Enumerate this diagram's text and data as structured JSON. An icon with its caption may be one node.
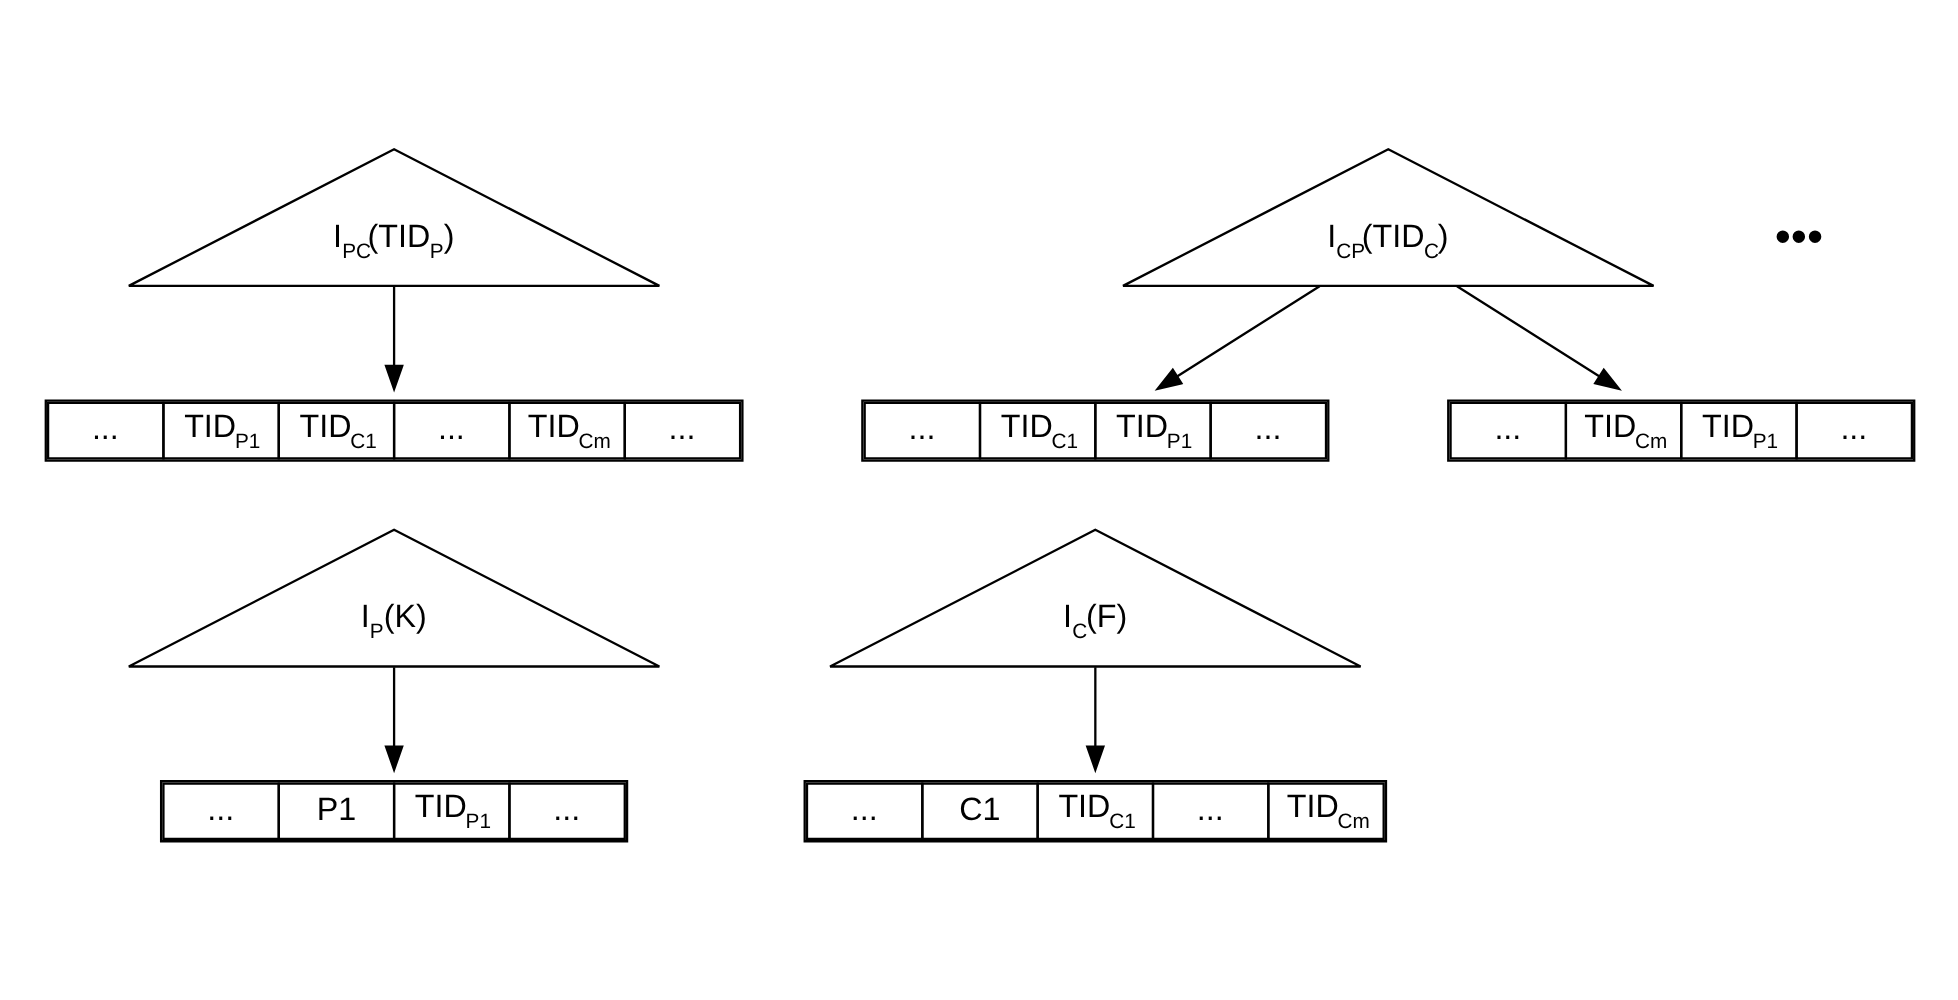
{
  "diagram": {
    "nodes": [
      {
        "text": [
          "I$_{PC}$(TID$_{P}$)"
        ]
      },
      {
        "text": [
          "...",
          "TID$_{P1}$",
          "TID$_{C1}$",
          "...",
          "TID$_{Cm}$",
          "..."
        ]
      },
      {
        "text": [
          "I$_{CP}$(TID$_{C}$)"
        ]
      },
      {
        "text": [
          "...",
          "TID$_{C1}$",
          "TID$_{P1}$",
          "..."
        ]
      },
      {
        "text": [
          "...",
          "TID$_{Cm}$",
          "TID$_{P1}$",
          "..."
        ]
      },
      {
        "text": [
          "I$_{P}$(K)"
        ]
      },
      {
        "text": [
          "...",
          "P1",
          "TID$_{P1}$",
          "..."
        ]
      },
      {
        "text": [
          "I$_{C}$(F)"
        ]
      },
      {
        "text": [
          "...",
          "C1",
          "TID$_{C1}$",
          "...",
          "TID$_{Cm}$"
        ]
      }
    ],
    "edges": [
      {
        "from": 0,
        "to": 1,
        "arrow": "to"
      },
      {
        "from": 2,
        "to": 3,
        "arrow": "to"
      },
      {
        "from": 2,
        "to": 4,
        "arrow": "to"
      },
      {
        "from": 5,
        "to": 6,
        "arrow": "to"
      },
      {
        "from": 7,
        "to": 8,
        "arrow": "to"
      }
    ],
    "labels": [
      "•••"
    ]
  }
}
